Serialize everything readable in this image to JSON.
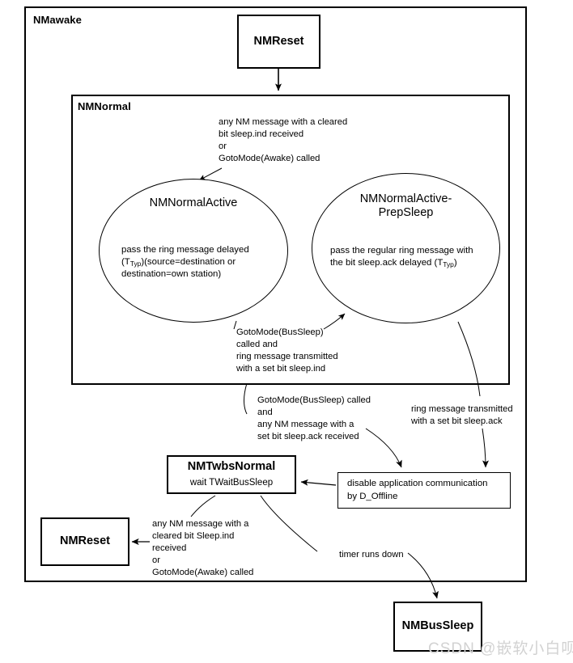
{
  "diagram": {
    "type": "state-machine",
    "title": "NMawake",
    "watermark": "CSDN @嵌软小白呗",
    "containers": [
      {
        "id": "nmawake",
        "label": "NMawake"
      },
      {
        "id": "nmnormal",
        "label": "NMNormal"
      }
    ],
    "states": [
      {
        "id": "nmreset-top",
        "label": "NMReset",
        "shape": "box"
      },
      {
        "id": "nmnormalactive",
        "label": "NMNormalActive",
        "shape": "ellipse",
        "body": "pass the ring message delayed (T_Typ)(source=destination or destination=own station)",
        "body_lines": [
          "pass the ring message delayed",
          "(TTyp)(source=destination or",
          "destination=own station)"
        ]
      },
      {
        "id": "nmnormalactive-prepsleep",
        "label": "NMNormalActive-PrepSleep",
        "shape": "ellipse",
        "label_lines": [
          "NMNormalActive-",
          "PrepSleep"
        ],
        "body": "pass the regular ring message with the bit sleep.ack delayed (T_Typ)",
        "body_lines": [
          "pass the regular ring message with",
          "the bit sleep.ack delayed (TTyp)"
        ]
      },
      {
        "id": "nmtwbsnormal",
        "label": "NMTwbsNormal",
        "shape": "box",
        "sublabel": "wait TWaitBusSleep"
      },
      {
        "id": "disable-action",
        "label": "disable application communication by D_Offline",
        "shape": "box-thin",
        "label_lines": [
          "disable application communication",
          "by D_Offline"
        ]
      },
      {
        "id": "nmreset-bottom",
        "label": "NMReset",
        "shape": "box"
      },
      {
        "id": "nmbussleep",
        "label": "NMBusSleep",
        "shape": "box"
      }
    ],
    "transitions": [
      {
        "id": "t-enter-active",
        "label": "any NM message with a cleared\nbit sleep.ind received\nor\nGotoMode(Awake) called",
        "from": "nmnormalactive-prepsleep",
        "to": "nmnormalactive"
      },
      {
        "id": "t-to-prepsleep",
        "label": "GotoMode(BusSleep)\ncalled and\nring message transmitted\nwith a set bit sleep.ind",
        "from": "nmnormalactive",
        "to": "nmnormalactive-prepsleep"
      },
      {
        "id": "t-to-disable-left",
        "label": "GotoMode(BusSleep) called\nand\nany NM message with a\nset bit sleep.ack received",
        "from": "nmnormalactive",
        "to": "disable-action"
      },
      {
        "id": "t-to-disable-right",
        "label": "ring message transmitted\nwith a set bit sleep.ack",
        "from": "nmnormalactive-prepsleep",
        "to": "disable-action"
      },
      {
        "id": "t-to-nmreset-bottom",
        "label": "any NM message with a\ncleared bit Sleep.ind\nreceived\nor\nGotoMode(Awake) called",
        "from": "nmtwbsnormal",
        "to": "nmreset-bottom"
      },
      {
        "id": "t-to-bussleep",
        "label": "timer runs down",
        "from": "nmtwbsnormal",
        "to": "nmbussleep"
      },
      {
        "id": "t-disable-to-twbs",
        "label": "",
        "from": "disable-action",
        "to": "nmtwbsnormal"
      },
      {
        "id": "t-reset-to-normal",
        "label": "",
        "from": "nmreset-top",
        "to": "nmnormal"
      }
    ],
    "colors": {
      "stroke": "#000000",
      "fill": "#ffffff",
      "watermark": "#d2d2d2"
    }
  }
}
